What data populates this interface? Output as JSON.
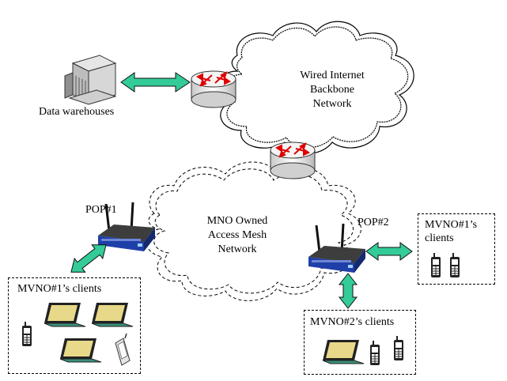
{
  "labels": {
    "data_warehouses": "Data warehouses",
    "backbone_line1": "Wired Internet",
    "backbone_line2": "Backbone",
    "backbone_line3": "Network",
    "mesh_line1": "MNO Owned",
    "mesh_line2": "Access Mesh",
    "mesh_line3": "Network",
    "pop1": "POP#1",
    "pop2": "POP#2",
    "mvno1_left": "MVNO#1’s clients",
    "mvno1_right_line1": "MVNO#1’s",
    "mvno1_right_line2": "clients",
    "mvno2": "MVNO#2’s clients"
  },
  "colors": {
    "arrow_fill": "#33cc99",
    "router_arrow": "#e00000",
    "ap_blue": "#1f3fa8",
    "laptop_screen": "#e8d98a"
  },
  "icons": [
    "data-warehouse-server-icon",
    "backbone-router-icon",
    "gateway-router-icon",
    "wireless-router-icon",
    "laptop-icon",
    "cell-phone-icon",
    "pda-icon"
  ]
}
